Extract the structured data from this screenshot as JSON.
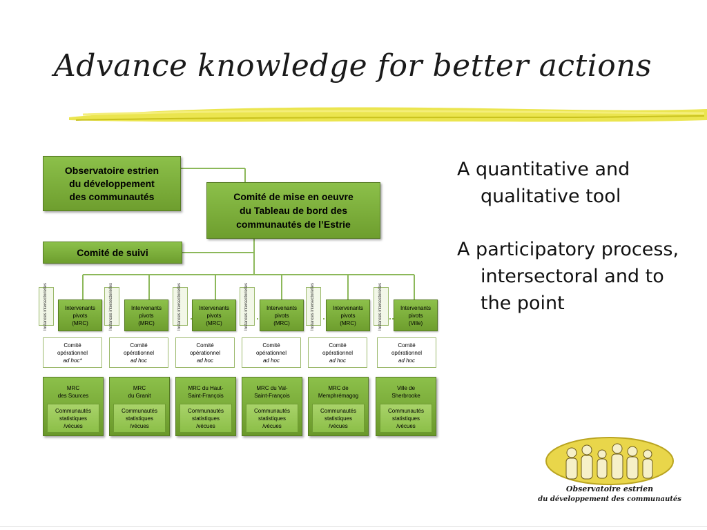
{
  "slide": {
    "title": "Advance knowledge for better actions",
    "accent_color": "#e8e03a"
  },
  "diagram": {
    "top_box_1": [
      "Observatoire estrien",
      "du développement",
      "des communautés"
    ],
    "top_box_2": [
      "Comité de mise en oeuvre",
      "du Tableau de bord des",
      "communautés de l’Estrie"
    ],
    "suivi_label": "Comité de suivi",
    "box_color": "#7cb03c",
    "columns": [
      {
        "instances": "Instances intersectorielles",
        "pivots": [
          "Intervenants",
          "pivots",
          "(MRC)"
        ],
        "ops": [
          "Comité",
          "opérationnel",
          "ad hoc*"
        ],
        "mrc": [
          "MRC",
          "des Sources"
        ],
        "communities": [
          "Communautés",
          "statistiques",
          "/vécues"
        ]
      },
      {
        "instances": "Instances intersectorielles",
        "pivots": [
          "Intervenants",
          "pivots",
          "(MRC)"
        ],
        "ops": [
          "Comité",
          "opérationnel",
          "ad hoc"
        ],
        "mrc": [
          "MRC",
          "du Granit"
        ],
        "communities": [
          "Communautés",
          "statistiques",
          "/vécues"
        ]
      },
      {
        "instances": "Instances intersectorielles",
        "pivots": [
          "Intervenants",
          "pivots",
          "(MRC)"
        ],
        "ops": [
          "Comité",
          "opérationnel",
          "ad hoc"
        ],
        "mrc": [
          "MRC du Haut-",
          "Saint-François"
        ],
        "communities": [
          "Communautés",
          "statistiques",
          "/vécues"
        ]
      },
      {
        "instances": "Instances intersectorielles",
        "pivots": [
          "Intervenants",
          "pivots",
          "(MRC)"
        ],
        "ops": [
          "Comité",
          "opérationnel",
          "ad hoc"
        ],
        "mrc": [
          "MRC du Val-",
          "Saint-François"
        ],
        "communities": [
          "Communautés",
          "statistiques",
          "/vécues"
        ]
      },
      {
        "instances": "Instances intersectorielles",
        "pivots": [
          "Intervenants",
          "pivots",
          "(MRC)"
        ],
        "ops": [
          "Comité",
          "opérationnel",
          "ad hoc"
        ],
        "mrc": [
          "MRC de",
          "Memphrémagog"
        ],
        "communities": [
          "Communautés",
          "statistiques",
          "/vécues"
        ]
      },
      {
        "instances": "Instances intersectorielles",
        "pivots": [
          "Intervenants",
          "pivots",
          "(Ville)"
        ],
        "ops": [
          "Comité",
          "opérationnel",
          "ad hoc"
        ],
        "mrc": [
          "Ville de",
          "Sherbrooke"
        ],
        "communities": [
          "Communautés",
          "statistiques",
          "/vécues"
        ]
      }
    ]
  },
  "bullets": [
    "A quantitative and qualitative tool",
    "A participatory process, intersectoral and to the point"
  ],
  "logo": {
    "line1": "Observatoire estrien",
    "line2": "du développement des communautés"
  }
}
